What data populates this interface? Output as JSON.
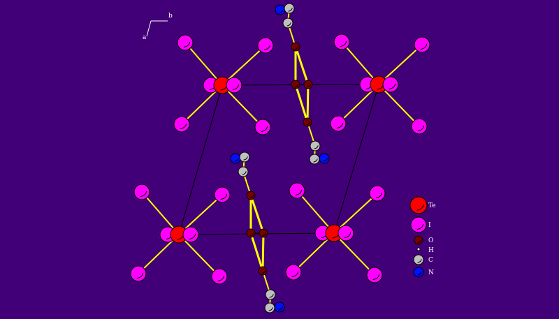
{
  "axes": {
    "a": "a",
    "b": "b"
  },
  "colors": {
    "background": "#420078",
    "Te": "#ff0000",
    "I": "#ff00ff",
    "O": "#7a0000",
    "H": "#ffffff",
    "C": "#c0c0c0",
    "N": "#0010ff",
    "bond": "#ffff00",
    "cell": "#000000"
  },
  "legend": [
    {
      "element": "Te",
      "label": "Te"
    },
    {
      "element": "I",
      "label": "I"
    },
    {
      "element": "O",
      "label": "O"
    },
    {
      "element": "H",
      "label": "H"
    },
    {
      "element": "C",
      "label": "C"
    },
    {
      "element": "N",
      "label": "N"
    }
  ]
}
